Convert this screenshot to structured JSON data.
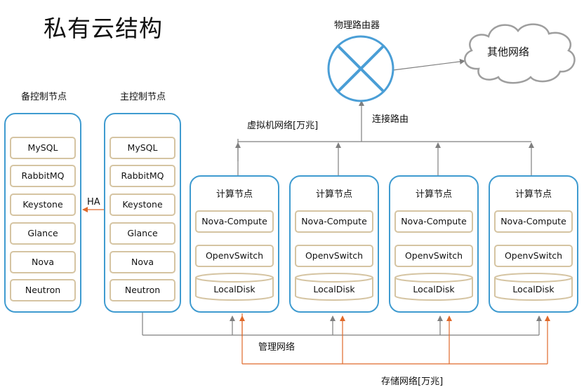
{
  "title": "私有云结构",
  "router_label": "物理路由器",
  "cloud_label": "其他网络",
  "backup_controller": {
    "label": "备控制节点",
    "services": [
      "MySQL",
      "RabbitMQ",
      "Keystone",
      "Glance",
      "Nova",
      "Neutron"
    ]
  },
  "main_controller": {
    "label": "主控制节点",
    "services": [
      "MySQL",
      "RabbitMQ",
      "Keystone",
      "Glance",
      "Nova",
      "Neutron"
    ]
  },
  "ha_label": "HA",
  "vm_network_label": "虚拟机网络[万兆]",
  "connect_router_label": "连接路由",
  "mgmt_network_label": "管理网络",
  "storage_network_label": "存储网络[万兆]",
  "compute_nodes": [
    {
      "title": "计算节点",
      "services": [
        "Nova-Compute",
        "OpenvSwitch",
        "LocalDisk"
      ]
    },
    {
      "title": "计算节点",
      "services": [
        "Nova-Compute",
        "OpenvSwitch",
        "LocalDisk"
      ]
    },
    {
      "title": "计算节点",
      "services": [
        "Nova-Compute",
        "OpenvSwitch",
        "LocalDisk"
      ]
    },
    {
      "title": "计算节点",
      "services": [
        "Nova-Compute",
        "OpenvSwitch",
        "LocalDisk"
      ]
    }
  ],
  "colors": {
    "node_border": "#3f9bd0",
    "service_border": "#d5c4a2",
    "router_fill": "#4a9ed6",
    "mgmt_line": "#7f7f7f",
    "storage_line": "#e0692a"
  }
}
